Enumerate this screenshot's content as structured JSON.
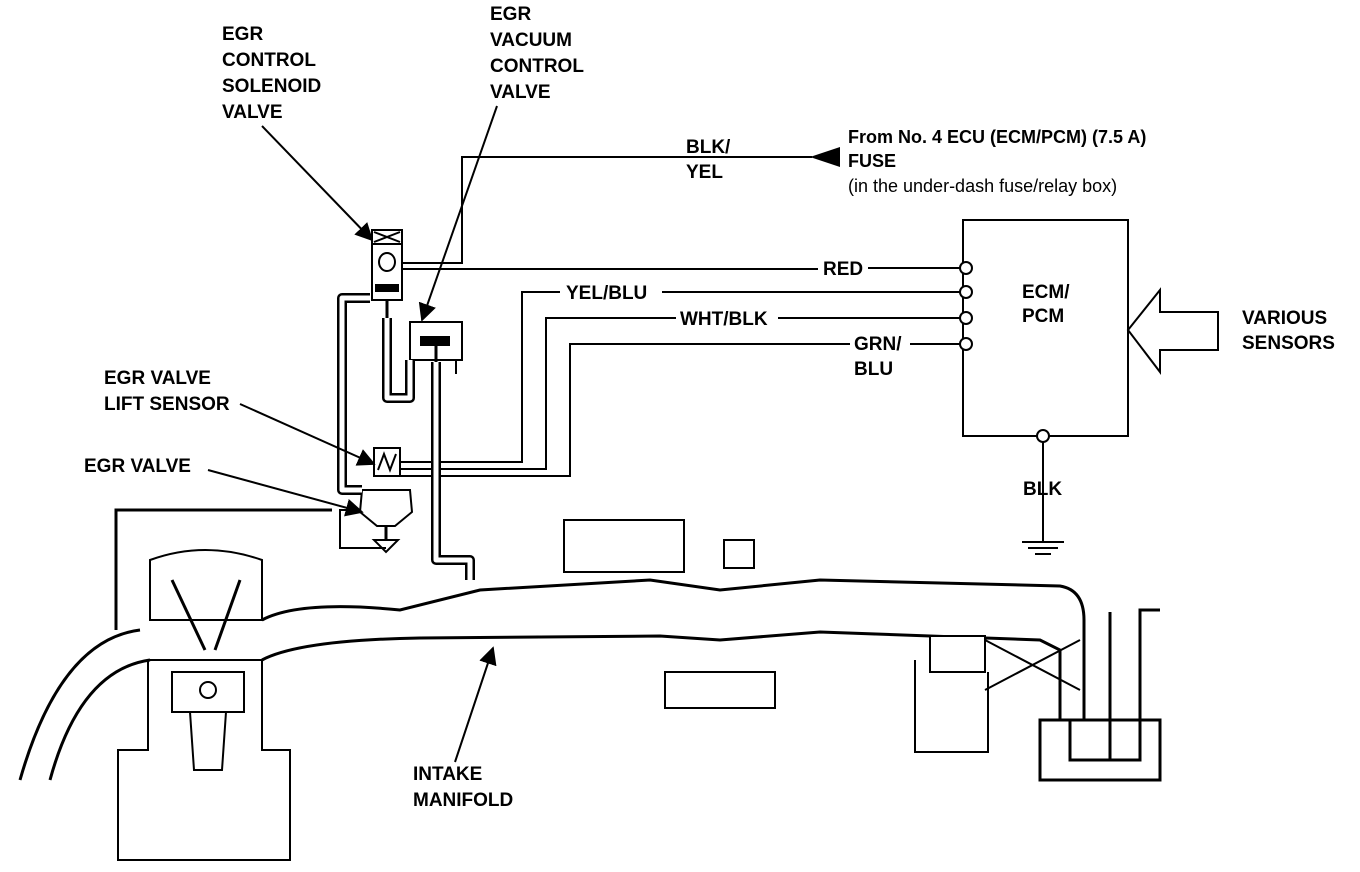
{
  "labels": {
    "egr_control_solenoid": [
      "EGR",
      "CONTROL",
      "SOLENOID",
      "VALVE"
    ],
    "egr_vacuum_control": [
      "EGR",
      "VACUUM",
      "CONTROL",
      "VALVE"
    ],
    "egr_valve_lift_sensor": [
      "EGR VALVE",
      "LIFT SENSOR"
    ],
    "egr_valve": "EGR VALVE",
    "intake_manifold": [
      "INTAKE",
      "MANIFOLD"
    ],
    "various_sensors": [
      "VARIOUS",
      "SENSORS"
    ],
    "ecm": [
      "ECM/",
      "PCM"
    ],
    "blk": "BLK"
  },
  "fuse": {
    "line1": "From No. 4 ECU (ECM/PCM) (7.5 A)",
    "line2": "FUSE",
    "line3": "(in the under-dash fuse/relay box)"
  },
  "wires": {
    "blk_yel": [
      "BLK/",
      "YEL"
    ],
    "red": "RED",
    "yel_blu": "YEL/BLU",
    "wht_blk": "WHT/BLK",
    "grn_blu": [
      "GRN/",
      "BLU"
    ]
  }
}
